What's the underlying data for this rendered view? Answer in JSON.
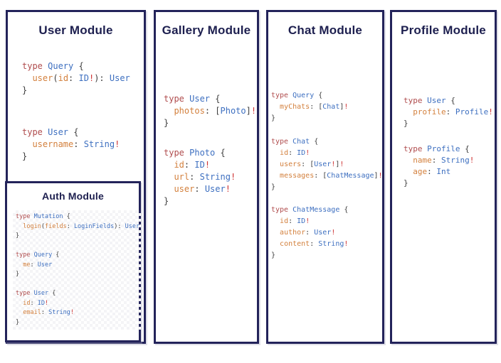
{
  "colors": {
    "panel_border": "#23235a",
    "title_navy": "#1d1f4f",
    "syntax_keyword": "#b04d4e",
    "syntax_typename": "#3d6fc0",
    "syntax_field": "#d3803d",
    "syntax_bang": "#cf3434",
    "syntax_punctuation": "#3f3f3f"
  },
  "panels": [
    {
      "title": "User Module",
      "blocks": [
        {
          "lines": [
            [
              {
                "t": "type ",
                "c": "kw"
              },
              {
                "t": "Query",
                "c": "ty"
              },
              {
                "t": " {",
                "c": "pl"
              }
            ],
            [
              {
                "t": "  ",
                "c": "pl"
              },
              {
                "t": "user",
                "c": "fd"
              },
              {
                "t": "(",
                "c": "pl"
              },
              {
                "t": "id",
                "c": "fd"
              },
              {
                "t": ": ",
                "c": "pl"
              },
              {
                "t": "ID",
                "c": "ty"
              },
              {
                "t": "!",
                "c": "bg"
              },
              {
                "t": "): ",
                "c": "pl"
              },
              {
                "t": "User",
                "c": "ty"
              }
            ],
            [
              {
                "t": "}",
                "c": "pl"
              }
            ]
          ]
        },
        {
          "lines": [
            [
              {
                "t": "type ",
                "c": "kw"
              },
              {
                "t": "User",
                "c": "ty"
              },
              {
                "t": " {",
                "c": "pl"
              }
            ],
            [
              {
                "t": "  ",
                "c": "pl"
              },
              {
                "t": "username",
                "c": "fd"
              },
              {
                "t": ": ",
                "c": "pl"
              },
              {
                "t": "String",
                "c": "ty"
              },
              {
                "t": "!",
                "c": "bg"
              }
            ],
            [
              {
                "t": "}",
                "c": "pl"
              }
            ]
          ]
        }
      ]
    },
    {
      "title": "Gallery Module",
      "blocks": [
        {
          "lines": [
            [
              {
                "t": "type ",
                "c": "kw"
              },
              {
                "t": "User",
                "c": "ty"
              },
              {
                "t": " {",
                "c": "pl"
              }
            ],
            [
              {
                "t": "  ",
                "c": "pl"
              },
              {
                "t": "photos",
                "c": "fd"
              },
              {
                "t": ": [",
                "c": "pl"
              },
              {
                "t": "Photo",
                "c": "ty"
              },
              {
                "t": "]",
                "c": "pl"
              },
              {
                "t": "!",
                "c": "bg"
              }
            ],
            [
              {
                "t": "}",
                "c": "pl"
              }
            ]
          ]
        },
        {
          "lines": [
            [
              {
                "t": "type ",
                "c": "kw"
              },
              {
                "t": "Photo",
                "c": "ty"
              },
              {
                "t": " {",
                "c": "pl"
              }
            ],
            [
              {
                "t": "  ",
                "c": "pl"
              },
              {
                "t": "id",
                "c": "fd"
              },
              {
                "t": ": ",
                "c": "pl"
              },
              {
                "t": "ID",
                "c": "ty"
              },
              {
                "t": "!",
                "c": "bg"
              }
            ],
            [
              {
                "t": "  ",
                "c": "pl"
              },
              {
                "t": "url",
                "c": "fd"
              },
              {
                "t": ": ",
                "c": "pl"
              },
              {
                "t": "String",
                "c": "ty"
              },
              {
                "t": "!",
                "c": "bg"
              }
            ],
            [
              {
                "t": "  ",
                "c": "pl"
              },
              {
                "t": "user",
                "c": "fd"
              },
              {
                "t": ": ",
                "c": "pl"
              },
              {
                "t": "User",
                "c": "ty"
              },
              {
                "t": "!",
                "c": "bg"
              }
            ],
            [
              {
                "t": "}",
                "c": "pl"
              }
            ]
          ]
        }
      ]
    },
    {
      "title": "Chat Module",
      "blocks": [
        {
          "lines": [
            [
              {
                "t": "type ",
                "c": "kw"
              },
              {
                "t": "Query",
                "c": "ty"
              },
              {
                "t": " {",
                "c": "pl"
              }
            ],
            [
              {
                "t": "  ",
                "c": "pl"
              },
              {
                "t": "myChats",
                "c": "fd"
              },
              {
                "t": ": [",
                "c": "pl"
              },
              {
                "t": "Chat",
                "c": "ty"
              },
              {
                "t": "]",
                "c": "pl"
              },
              {
                "t": "!",
                "c": "bg"
              }
            ],
            [
              {
                "t": "}",
                "c": "pl"
              }
            ]
          ]
        },
        {
          "lines": [
            [
              {
                "t": "type ",
                "c": "kw"
              },
              {
                "t": "Chat",
                "c": "ty"
              },
              {
                "t": " {",
                "c": "pl"
              }
            ],
            [
              {
                "t": "  ",
                "c": "pl"
              },
              {
                "t": "id",
                "c": "fd"
              },
              {
                "t": ": ",
                "c": "pl"
              },
              {
                "t": "ID",
                "c": "ty"
              },
              {
                "t": "!",
                "c": "bg"
              }
            ],
            [
              {
                "t": "  ",
                "c": "pl"
              },
              {
                "t": "users",
                "c": "fd"
              },
              {
                "t": ": [",
                "c": "pl"
              },
              {
                "t": "User",
                "c": "ty"
              },
              {
                "t": "!",
                "c": "bg"
              },
              {
                "t": "]",
                "c": "pl"
              },
              {
                "t": "!",
                "c": "bg"
              }
            ],
            [
              {
                "t": "  ",
                "c": "pl"
              },
              {
                "t": "messages",
                "c": "fd"
              },
              {
                "t": ": [",
                "c": "pl"
              },
              {
                "t": "ChatMessage",
                "c": "ty"
              },
              {
                "t": "]",
                "c": "pl"
              },
              {
                "t": "!",
                "c": "bg"
              }
            ],
            [
              {
                "t": "}",
                "c": "pl"
              }
            ]
          ]
        },
        {
          "lines": [
            [
              {
                "t": "type ",
                "c": "kw"
              },
              {
                "t": "ChatMessage",
                "c": "ty"
              },
              {
                "t": " {",
                "c": "pl"
              }
            ],
            [
              {
                "t": "  ",
                "c": "pl"
              },
              {
                "t": "id",
                "c": "fd"
              },
              {
                "t": ": ",
                "c": "pl"
              },
              {
                "t": "ID",
                "c": "ty"
              },
              {
                "t": "!",
                "c": "bg"
              }
            ],
            [
              {
                "t": "  ",
                "c": "pl"
              },
              {
                "t": "author",
                "c": "fd"
              },
              {
                "t": ": ",
                "c": "pl"
              },
              {
                "t": "User",
                "c": "ty"
              },
              {
                "t": "!",
                "c": "bg"
              }
            ],
            [
              {
                "t": "  ",
                "c": "pl"
              },
              {
                "t": "content",
                "c": "fd"
              },
              {
                "t": ": ",
                "c": "pl"
              },
              {
                "t": "String",
                "c": "ty"
              },
              {
                "t": "!",
                "c": "bg"
              }
            ],
            [
              {
                "t": "}",
                "c": "pl"
              }
            ]
          ]
        }
      ]
    },
    {
      "title": "Profile Module",
      "blocks": [
        {
          "lines": [
            [
              {
                "t": "type ",
                "c": "kw"
              },
              {
                "t": "User",
                "c": "ty"
              },
              {
                "t": " {",
                "c": "pl"
              }
            ],
            [
              {
                "t": "  ",
                "c": "pl"
              },
              {
                "t": "profile",
                "c": "fd"
              },
              {
                "t": ": ",
                "c": "pl"
              },
              {
                "t": "Profile",
                "c": "ty"
              },
              {
                "t": "!",
                "c": "bg"
              }
            ],
            [
              {
                "t": "}",
                "c": "pl"
              }
            ]
          ]
        },
        {
          "lines": [
            [
              {
                "t": "type ",
                "c": "kw"
              },
              {
                "t": "Profile",
                "c": "ty"
              },
              {
                "t": " {",
                "c": "pl"
              }
            ],
            [
              {
                "t": "  ",
                "c": "pl"
              },
              {
                "t": "name",
                "c": "fd"
              },
              {
                "t": ": ",
                "c": "pl"
              },
              {
                "t": "String",
                "c": "ty"
              },
              {
                "t": "!",
                "c": "bg"
              }
            ],
            [
              {
                "t": "  ",
                "c": "pl"
              },
              {
                "t": "age",
                "c": "fd"
              },
              {
                "t": ": ",
                "c": "pl"
              },
              {
                "t": "Int",
                "c": "ty"
              }
            ],
            [
              {
                "t": "}",
                "c": "pl"
              }
            ]
          ]
        }
      ]
    }
  ],
  "auth": {
    "title": "Auth Module",
    "blocks": [
      {
        "lines": [
          [
            {
              "t": "type ",
              "c": "kw"
            },
            {
              "t": "Mutation",
              "c": "ty"
            },
            {
              "t": " {",
              "c": "pl"
            }
          ],
          [
            {
              "t": "  ",
              "c": "pl"
            },
            {
              "t": "login",
              "c": "fd"
            },
            {
              "t": "(",
              "c": "pl"
            },
            {
              "t": "fields",
              "c": "fd"
            },
            {
              "t": ": ",
              "c": "pl"
            },
            {
              "t": "LoginFields",
              "c": "ty"
            },
            {
              "t": "): ",
              "c": "pl"
            },
            {
              "t": "User",
              "c": "ty"
            }
          ],
          [
            {
              "t": "}",
              "c": "pl"
            }
          ],
          [],
          [
            {
              "t": "type ",
              "c": "kw"
            },
            {
              "t": "Query",
              "c": "ty"
            },
            {
              "t": " {",
              "c": "pl"
            }
          ],
          [
            {
              "t": "  ",
              "c": "pl"
            },
            {
              "t": "me",
              "c": "fd"
            },
            {
              "t": ": ",
              "c": "pl"
            },
            {
              "t": "User",
              "c": "ty"
            }
          ],
          [
            {
              "t": "}",
              "c": "pl"
            }
          ],
          [],
          [
            {
              "t": "type ",
              "c": "kw"
            },
            {
              "t": "User",
              "c": "ty"
            },
            {
              "t": " {",
              "c": "pl"
            }
          ],
          [
            {
              "t": "  ",
              "c": "pl"
            },
            {
              "t": "id",
              "c": "fd"
            },
            {
              "t": ": ",
              "c": "pl"
            },
            {
              "t": "ID",
              "c": "ty"
            },
            {
              "t": "!",
              "c": "bg"
            }
          ],
          [
            {
              "t": "  ",
              "c": "pl"
            },
            {
              "t": "email",
              "c": "fd"
            },
            {
              "t": ": ",
              "c": "pl"
            },
            {
              "t": "String",
              "c": "ty"
            },
            {
              "t": "!",
              "c": "bg"
            }
          ],
          [
            {
              "t": "}",
              "c": "pl"
            }
          ]
        ]
      }
    ]
  }
}
